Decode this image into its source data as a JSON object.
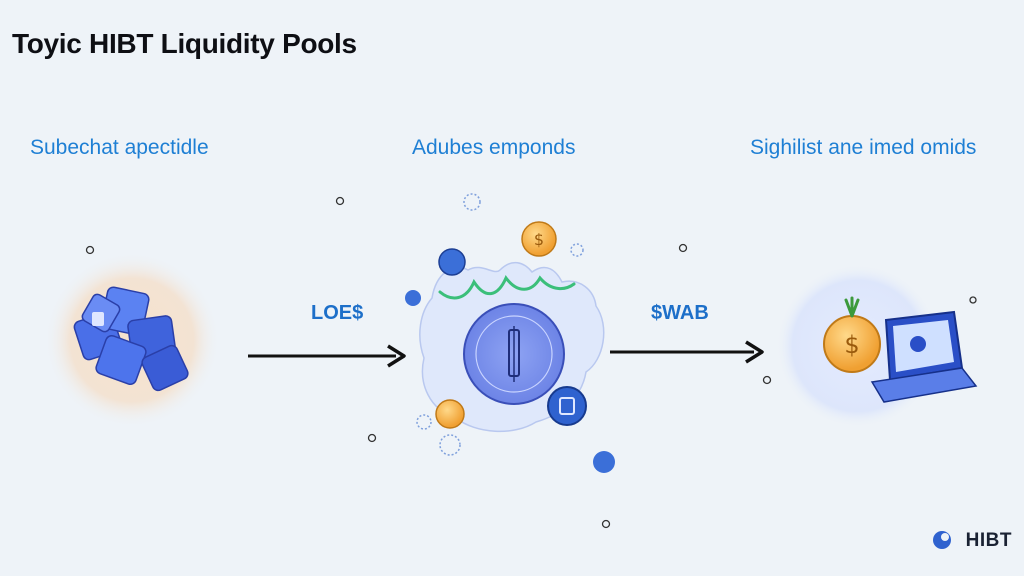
{
  "title": "Toyic HIBT Liquidity Pools",
  "stages": [
    {
      "heading": "Subechat apectidle",
      "icon": "cube-cluster-icon"
    },
    {
      "heading": "Adubes emponds",
      "icon": "liquidity-pool-icon"
    },
    {
      "heading": "Sighilist ane imed omids",
      "icon": "laptop-coin-icon"
    }
  ],
  "flows": [
    {
      "label": "LOE$",
      "icon": "arrow-right-icon"
    },
    {
      "label": "$WAB",
      "icon": "arrow-right-icon"
    }
  ],
  "brand": {
    "name": "HIBT",
    "icon": "hibt-logo-icon"
  },
  "colors": {
    "background": "#eef3f8",
    "title": "#0e0f14",
    "heading": "#1e7fd4",
    "accent_blue": "#3c67e0",
    "coin_orange": "#f2a83a"
  }
}
